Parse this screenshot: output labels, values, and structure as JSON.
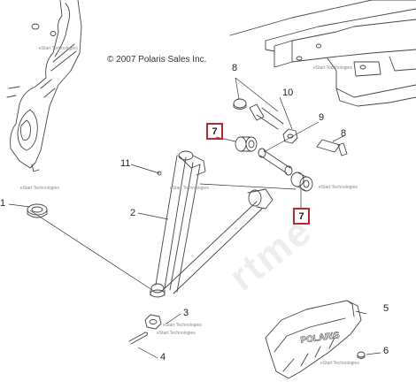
{
  "copyright": "© 2007 Polaris Sales Inc.",
  "watermark_small": "eStart Technologies",
  "callouts": {
    "c1": "1",
    "c2": "2",
    "c3": "3",
    "c4": "4",
    "c5": "5",
    "c6": "6",
    "c7a": "7",
    "c7b": "7",
    "c8a": "8",
    "c8b": "8",
    "c9": "9",
    "c10": "10",
    "c11": "11"
  },
  "shield_text": "POLARIS",
  "colors": {
    "highlight": "#c0262b",
    "line": "#333333"
  }
}
